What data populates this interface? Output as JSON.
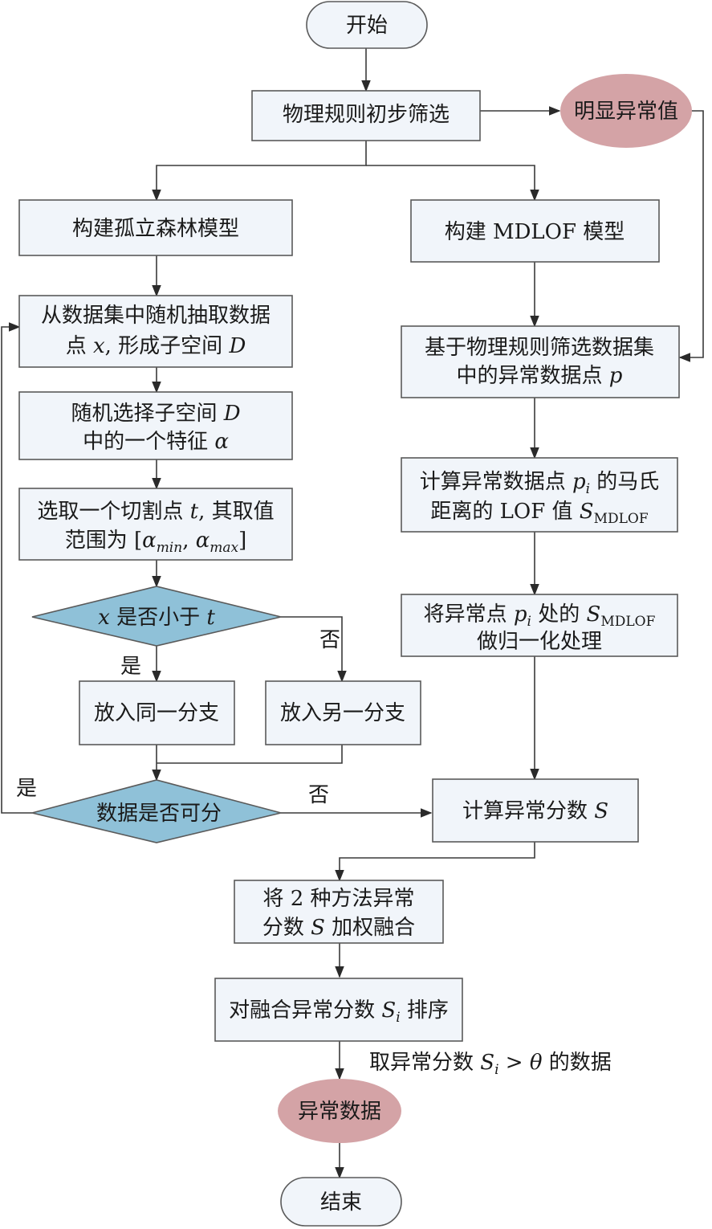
{
  "nodes": {
    "start": "开始",
    "physics_filter": "物理规则初步筛选",
    "obvious_outlier": "明显异常值",
    "build_iforest": "构建孤立森林模型",
    "build_mdlof": "构建 MDLOF 模型",
    "sample_line1": "从数据集中随机抽取数据",
    "sample_line2_a": "点 ",
    "sample_line2_x": "x",
    "sample_line2_b": ", 形成子空间 ",
    "sample_line2_D": "D",
    "feature_line1_a": "随机选择子空间 ",
    "feature_line1_D": "D",
    "feature_line2_a": "中的一个特征 ",
    "feature_line2_alpha": "α",
    "cut_line1_a": "选取一个切割点 ",
    "cut_line1_t": "t",
    "cut_line1_b": ", 其取值",
    "cut_line2_a": "范围为 [",
    "cut_line2_alpha1": "α",
    "cut_line2_min": "min",
    "cut_line2_comma": ", ",
    "cut_line2_alpha2": "α",
    "cut_line2_max": "max",
    "cut_line2_end": "]",
    "decision_x": "x",
    "decision_text": " 是否小于 ",
    "decision_t": "t",
    "same_branch": "放入同一分支",
    "other_branch": "放入另一分支",
    "separable": "数据是否可分",
    "filter_line1": "基于物理规则筛选数据集",
    "filter_line2_a": "中的异常数据点 ",
    "filter_line2_p": "p",
    "mahal_line1_a": "计算异常数据点 ",
    "mahal_line1_p": "p",
    "mahal_line1_i": "i",
    "mahal_line1_b": " 的马氏",
    "mahal_line2_a": "距离的 LOF 值 ",
    "mahal_line2_S": "S",
    "mahal_line2_sub": "MDLOF",
    "norm_line1_a": "将异常点 ",
    "norm_line1_p": "p",
    "norm_line1_i": "i",
    "norm_line1_b": " 处的 ",
    "norm_line1_S": "S",
    "norm_line1_sub": "MDLOF",
    "norm_line2": "做归一化处理",
    "score_a": "计算异常分数 ",
    "score_S": "S",
    "fuse_line1": "将 2 种方法异常",
    "fuse_line2_a": "分数 ",
    "fuse_line2_S": "S",
    "fuse_line2_b": " 加权融合",
    "sort_a": "对融合异常分数 ",
    "sort_S": "S",
    "sort_i": "i",
    "sort_b": " 排序",
    "anomaly": "异常数据",
    "end": "结束"
  },
  "edge_labels": {
    "yes_left": "是",
    "no_right": "否",
    "separable_yes": "是",
    "separable_no": "否",
    "threshold_a": "取异常分数 ",
    "threshold_S": "S",
    "threshold_i": "i",
    "threshold_b": " > ",
    "threshold_theta": "θ",
    "threshold_c": " 的数据"
  },
  "colors": {
    "box_fill": "#f1f5fa",
    "terminal_pink": "#d4a3a6",
    "decision_blue": "#8fc1d8",
    "stroke": "#5a5a5a"
  }
}
